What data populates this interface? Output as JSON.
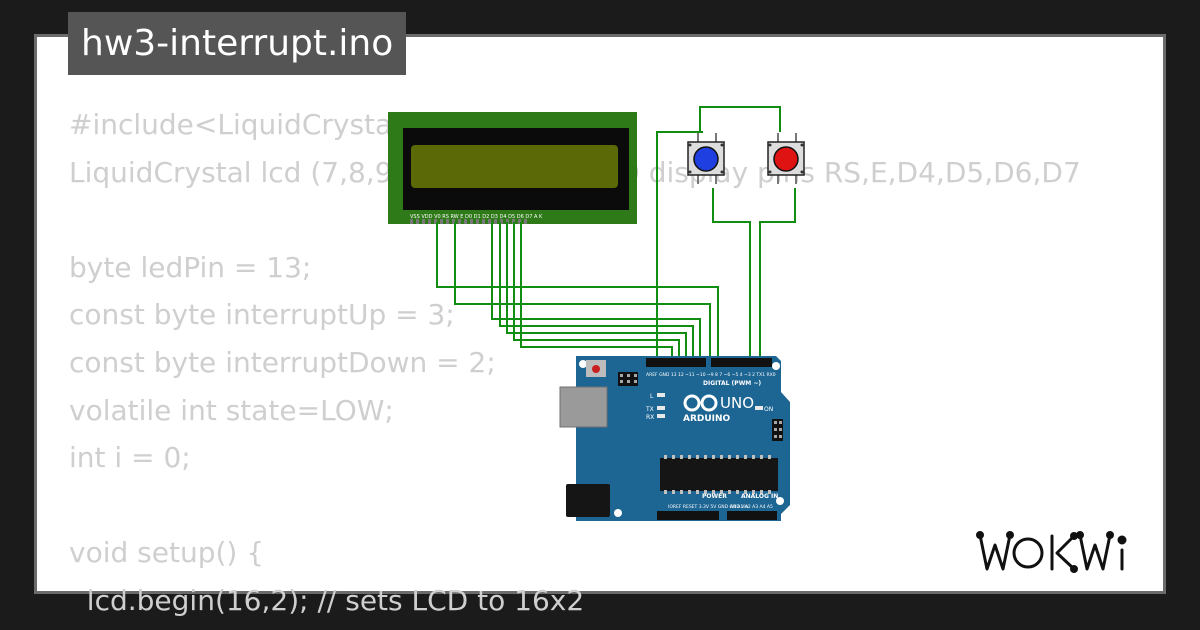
{
  "title": "hw3-interrupt.ino",
  "code_lines": [
    "#include<LiquidCrystal.h>",
    "LiquidCrystal lcd (7,8,9,10,11,12); // LCD display pins RS,E,D4,D5,D6,D7",
    "",
    "byte ledPin = 13;",
    "const byte interruptUp = 3;",
    "const byte interruptDown = 2;",
    "volatile int state=LOW;",
    "int i = 0;",
    "",
    "void setup() {",
    "  lcd.begin(16,2); // sets LCD to 16x2"
  ],
  "lcd": {
    "pin_labels": "VSS VDD V0 RS RW E D0 D1 D2 D3 D4 D5 D6 D7 A K",
    "backlight_color": "#5b6a06",
    "frame_color": "#2f7a18"
  },
  "buttons": [
    {
      "name": "blue",
      "color": "#1f3fe0"
    },
    {
      "name": "red",
      "color": "#e01313"
    }
  ],
  "arduino": {
    "logo_text": "ARDUINO",
    "model": "UNO",
    "digital_label": "DIGITAL (PWM ~)",
    "analog_label": "ANALOG IN",
    "power_label": "POWER",
    "on_label": "ON",
    "l_label": "L",
    "tx_label": "TX",
    "rx_label": "RX",
    "digital_pins": "AREF GND 13 12 ~11 ~10 ~9 8  7 ~6 ~5 4 ~3 2 TX1 RX0",
    "power_pins": "IOREF RESET 3.3V 5V GND GND Vin",
    "analog_pins": "A0 A1 A2 A3 A4 A5",
    "board_color": "#1d6593"
  },
  "wire_color": "#118d11",
  "brand": "WOKWi"
}
